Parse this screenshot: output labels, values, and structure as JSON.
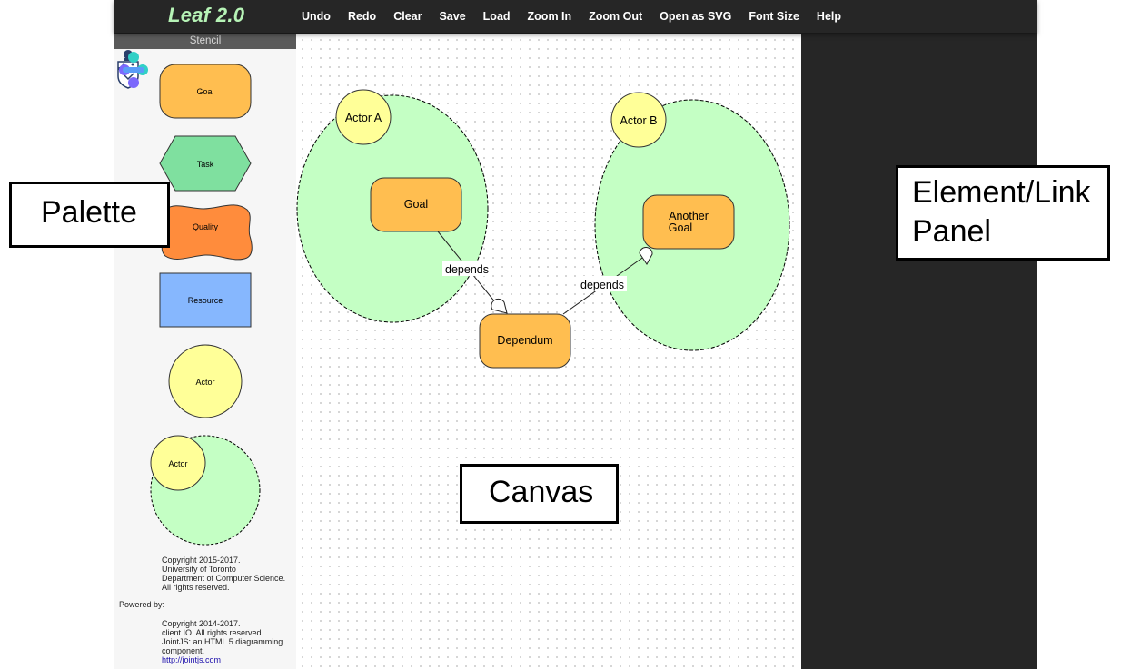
{
  "app": {
    "title": "Leaf 2.0"
  },
  "toolbar": {
    "items": [
      "Undo",
      "Redo",
      "Clear",
      "Save",
      "Load",
      "Zoom In",
      "Zoom Out",
      "Open as SVG",
      "Font Size",
      "Help"
    ]
  },
  "stencil": {
    "header": "Stencil",
    "palette": {
      "goal": "Goal",
      "task": "Task",
      "quality": "Quality",
      "resource": "Resource",
      "actor": "Actor",
      "actor_boundary": "Actor"
    },
    "credits_uoft": [
      "Copyright 2015-2017.",
      "University of Toronto",
      "Department of Computer Science.",
      "All rights reserved."
    ],
    "powered_by": "Powered by:",
    "credits_joint": [
      "Copyright 2014-2017.",
      "client IO. All rights reserved.",
      "JointJS: an HTML 5 diagramming",
      "component."
    ],
    "joint_link": "http://jointjs.com"
  },
  "canvas": {
    "actor_a": "Actor A",
    "actor_b": "Actor B",
    "goal": "Goal",
    "another_goal_line1": "Another",
    "another_goal_line2": "Goal",
    "dependum": "Dependum",
    "link_label_1": "depends",
    "link_label_2": "depends"
  },
  "annotations": {
    "palette": "Palette",
    "panel_line1": "Element/Link",
    "panel_line2": "Panel",
    "canvas": "Canvas"
  },
  "colors": {
    "toolbar_bg": "#262626",
    "logo_green": "#b6f3b6",
    "goal": "#ffbe50",
    "task": "#7fe09f",
    "quality": "#ff8c3c",
    "resource": "#86b7fe",
    "actor": "#ffff98",
    "actor_boundary": "#c4ffc4"
  }
}
